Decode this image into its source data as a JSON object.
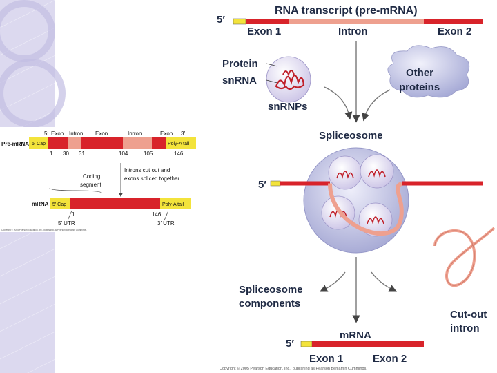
{
  "right_panel": {
    "title": "RNA transcript (pre-mRNA)",
    "five_prime": "5′",
    "exon1": "Exon 1",
    "intron": "Intron",
    "exon2": "Exon 2",
    "protein": "Protein",
    "snrna": "snRNA",
    "snrnps": "snRNPs",
    "other_proteins_line1": "Other",
    "other_proteins_line2": "proteins",
    "spliceosome": "Spliceosome",
    "five_prime_mid": "5′",
    "components_line1": "Spliceosome",
    "components_line2": "components",
    "cutout_line1": "Cut-out",
    "cutout_line2": "intron",
    "mrna": "mRNA",
    "five_prime_bottom": "5′",
    "exon1_bottom": "Exon 1",
    "exon2_bottom": "Exon 2",
    "copyright": "Copyright © 2005 Pearson Education, Inc., publishing as Pearson Benjamin Cummings."
  },
  "left_panel": {
    "premrna_label": "Pre-mRNA",
    "five_prime": "5′",
    "exon_a": "Exon",
    "intron_a": "Intron",
    "exon_b": "Exon",
    "intron_b": "Intron",
    "exon_c": "Exon",
    "three_prime": "3′",
    "cap": "5′ Cap",
    "polya": "Poly-A tail",
    "n1": "1",
    "n30": "30",
    "n31": "31",
    "n104": "104",
    "n105": "105",
    "n146": "146",
    "coding_line1": "Coding",
    "coding_line2": "segment",
    "introns_line1": "Introns cut out and",
    "introns_line2": "exons spliced together",
    "mrna_label": "mRNA",
    "cap2": "5′ Cap",
    "polya2": "Poly-A tail",
    "m1": "1",
    "m146": "146",
    "utr5": "5′ UTR",
    "utr3": "3′ UTR",
    "copyright": "Copyright © 2005 Pearson Education, Inc., publishing as Pearson Benjamin Cummings."
  },
  "colors": {
    "exon_red": "#d8232a",
    "intron_pink": "#eea08f",
    "cap_yellow": "#f3e33b",
    "spliceosome_fill": "#c7c8e6",
    "snrnp_fill": "#e2ddf1",
    "side_lavender": "#d4d0ec"
  }
}
